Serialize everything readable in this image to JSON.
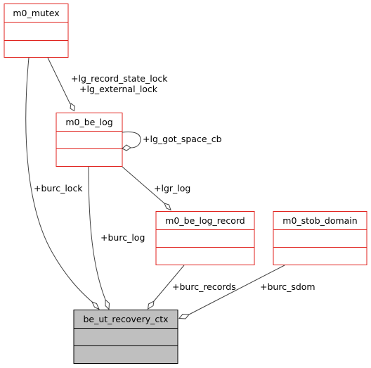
{
  "classes": {
    "m0_mutex": {
      "name": "m0_mutex",
      "border": "#e0221d",
      "fill": "#ffffff"
    },
    "m0_be_log": {
      "name": "m0_be_log",
      "border": "#e0221d",
      "fill": "#ffffff"
    },
    "m0_be_log_record": {
      "name": "m0_be_log_record",
      "border": "#e0221d",
      "fill": "#ffffff"
    },
    "m0_stob_domain": {
      "name": "m0_stob_domain",
      "border": "#e0221d",
      "fill": "#ffffff"
    },
    "be_ut_recovery_ctx": {
      "name": "be_ut_recovery_ctx",
      "border": "#000000",
      "fill": "#bfbfbf"
    }
  },
  "edges": {
    "lg_locks": {
      "label_1": "+lg_record_state_lock",
      "label_2": "+lg_external_lock"
    },
    "lg_got_space_cb": {
      "label": "+lg_got_space_cb"
    },
    "lgr_log": {
      "label": "+lgr_log"
    },
    "burc_lock": {
      "label": "+burc_lock"
    },
    "burc_log": {
      "label": "+burc_log"
    },
    "burc_records": {
      "label": "+burc_records"
    },
    "burc_sdom": {
      "label": "+burc_sdom"
    }
  }
}
